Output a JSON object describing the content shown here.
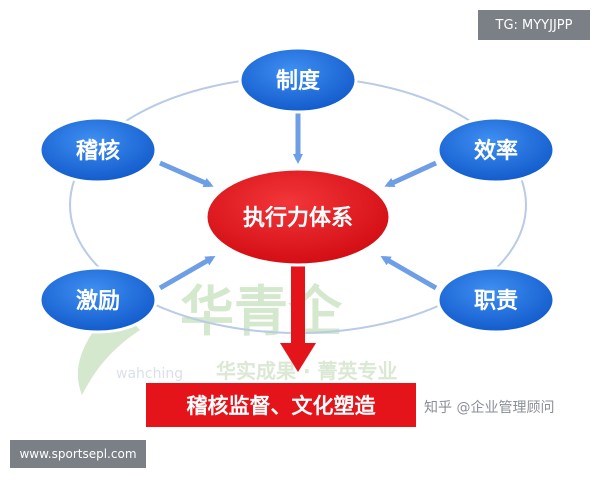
{
  "watermark": {
    "main_text": "华青企",
    "latin_text": "wahching",
    "slogan": "华实成果 · 菁英专业"
  },
  "diagram": {
    "center": {
      "label": "执行力体系"
    },
    "nodes": {
      "top": {
        "label": "制度"
      },
      "upper_left": {
        "label": "稽核"
      },
      "upper_right": {
        "label": "效率"
      },
      "lower_left": {
        "label": "激励"
      },
      "lower_right": {
        "label": "职责"
      }
    },
    "result": {
      "label": "稽核监督、文化塑造"
    }
  },
  "credit": {
    "text": "知乎 @企业管理顾问"
  },
  "badge": {
    "text": "TG: MYYJJPP"
  },
  "footer": {
    "text": "www.sportsepl.com"
  },
  "colors": {
    "node_blue": "#1f6fe0",
    "center_red": "#e3151b",
    "arrow_blue": "#6d9ee6",
    "result_red": "#e5141a",
    "ellipse_outline": "#b9cbe6",
    "watermark_green": "#cfe6c7"
  }
}
